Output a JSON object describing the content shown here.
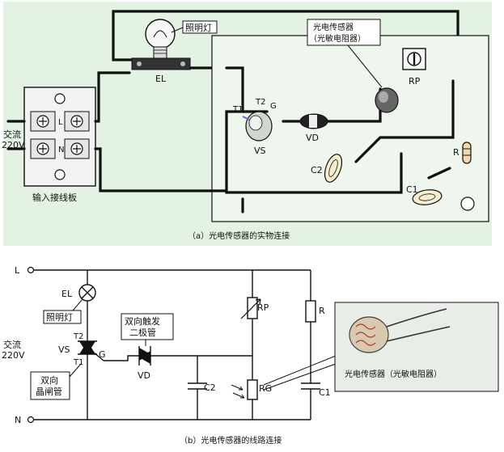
{
  "panel_a": {
    "lamp_label": "照明灯",
    "el_label": "EL",
    "sensor_label_line1": "光电传感器",
    "sensor_label_line2": "（光敏电阻器）",
    "rp_label": "RP",
    "t1_label": "T1",
    "t2_label": "T2",
    "g_label": "G",
    "vs_label": "VS",
    "vd_label": "VD",
    "r_label": "R",
    "c2_label": "C2",
    "c1_label": "C1",
    "ac_label_line1": "交流",
    "ac_label_line2": "220V",
    "terminal_l": "L",
    "terminal_n": "N",
    "terminal_board_label": "输入接线板",
    "caption": "（a）光电传感器的实物连接"
  },
  "panel_b": {
    "l_label": "L",
    "n_label": "N",
    "el_label": "EL",
    "lamp_label": "照明灯",
    "ac_label_line1": "交流",
    "ac_label_line2": "220V",
    "t2_label": "T2",
    "vs_label": "VS",
    "g_label": "G",
    "t1_label": "T1",
    "thyristor_label_line1": "双向",
    "thyristor_label_line2": "晶闸管",
    "diac_label_line1": "双向触发",
    "diac_label_line2": "二极管",
    "vd_label": "VD",
    "c2_label": "C2",
    "rp_label": "RP",
    "rg_label": "RG",
    "r_label": "R",
    "c1_label": "C1",
    "inset_label": "光电传感器（光敏电阻器）",
    "caption": "（b）光电传感器的线路连接"
  },
  "colors": {
    "panel_a_bg": "#e4f2e4",
    "wire": "#111111",
    "highlight": "#5577cc"
  }
}
